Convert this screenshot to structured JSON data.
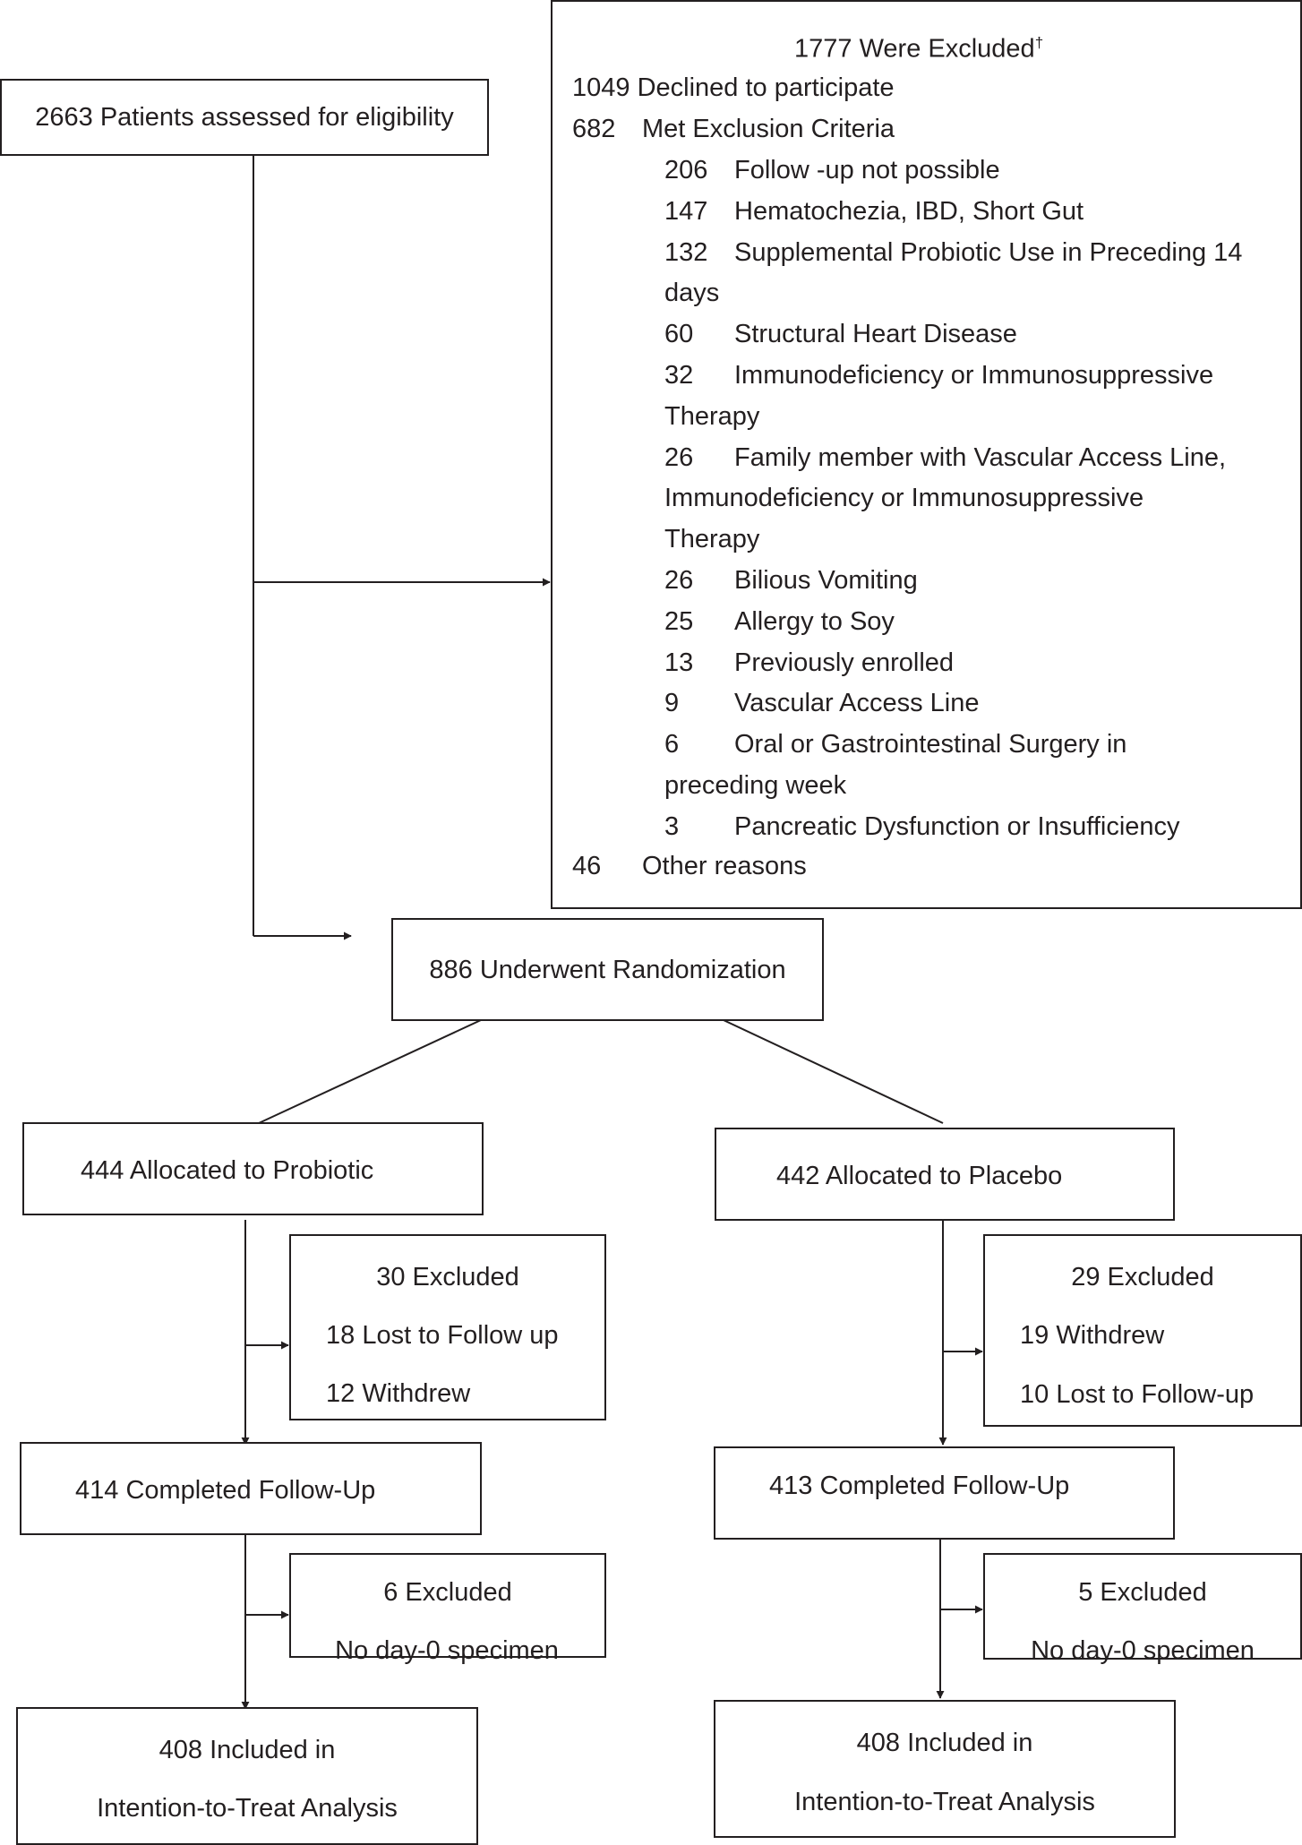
{
  "assessed": "2663 Patients assessed for eligibility",
  "excluded": {
    "title": "1777 Were Excluded",
    "title_mark": "†",
    "declined": "1049 Declined to participate",
    "met_criteria_num": "682",
    "met_criteria_label": "Met Exclusion Criteria",
    "items": [
      {
        "num": "206",
        "label": "Follow -up not possible"
      },
      {
        "num": "147",
        "label": "Hematochezia, IBD, Short Gut"
      },
      {
        "num": "132",
        "label": "Supplemental Probiotic Use in Preceding 14",
        "cont": [
          "days"
        ]
      },
      {
        "num": "60",
        "label": "Structural Heart Disease"
      },
      {
        "num": "32",
        "label": "Immunodeficiency or Immunosuppressive",
        "cont": [
          "Therapy"
        ]
      },
      {
        "num": "26",
        "label": "Family member with Vascular Access Line,",
        "cont": [
          "Immunodeficiency or Immunosuppressive",
          "Therapy"
        ]
      },
      {
        "num": "26",
        "label": "Bilious Vomiting"
      },
      {
        "num": "25",
        "label": "Allergy to Soy"
      },
      {
        "num": "13",
        "label": "Previously enrolled"
      },
      {
        "num": "9",
        "label": "Vascular Access Line"
      },
      {
        "num": "6",
        "label": "Oral or Gastrointestinal Surgery in",
        "cont": [
          "preceding week"
        ]
      },
      {
        "num": "3",
        "label": "Pancreatic Dysfunction or Insufficiency"
      }
    ],
    "other_num": "46",
    "other_label": "Other reasons"
  },
  "randomized": "886 Underwent Randomization",
  "probiotic": {
    "allocated": "444 Allocated to Probiotic",
    "excluded1": {
      "title": "30 Excluded",
      "lines": [
        "18 Lost to Follow up",
        "12 Withdrew"
      ]
    },
    "completed": "414 Completed Follow-Up",
    "excluded2": {
      "title": "6 Excluded",
      "lines": [
        "No day-0 specimen"
      ]
    },
    "included": [
      "408 Included in",
      "Intention-to-Treat Analysis"
    ]
  },
  "placebo": {
    "allocated": "442 Allocated to Placebo",
    "excluded1": {
      "title": "29 Excluded",
      "lines": [
        "19 Withdrew",
        "10 Lost to Follow-up"
      ]
    },
    "completed": "413 Completed Follow-Up",
    "excluded2": {
      "title": "5 Excluded",
      "lines": [
        "No day-0 specimen"
      ]
    },
    "included": [
      "408 Included in",
      "Intention-to-Treat Analysis"
    ]
  }
}
